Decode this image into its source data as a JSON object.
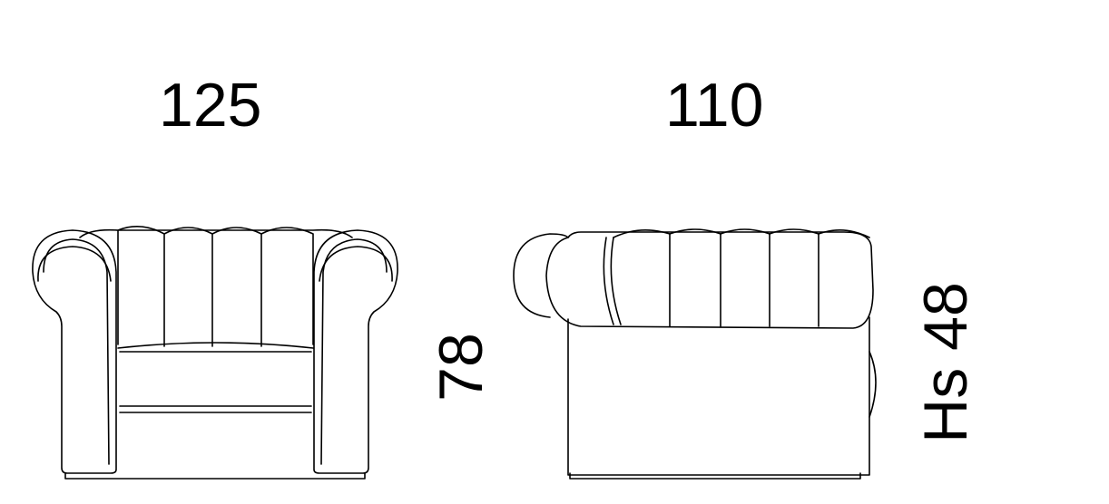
{
  "dimensions": {
    "front_width": "125",
    "side_depth": "110",
    "height": "78",
    "seat_height": "Hs 48"
  },
  "colors": {
    "line": "#000000",
    "background": "#ffffff"
  }
}
